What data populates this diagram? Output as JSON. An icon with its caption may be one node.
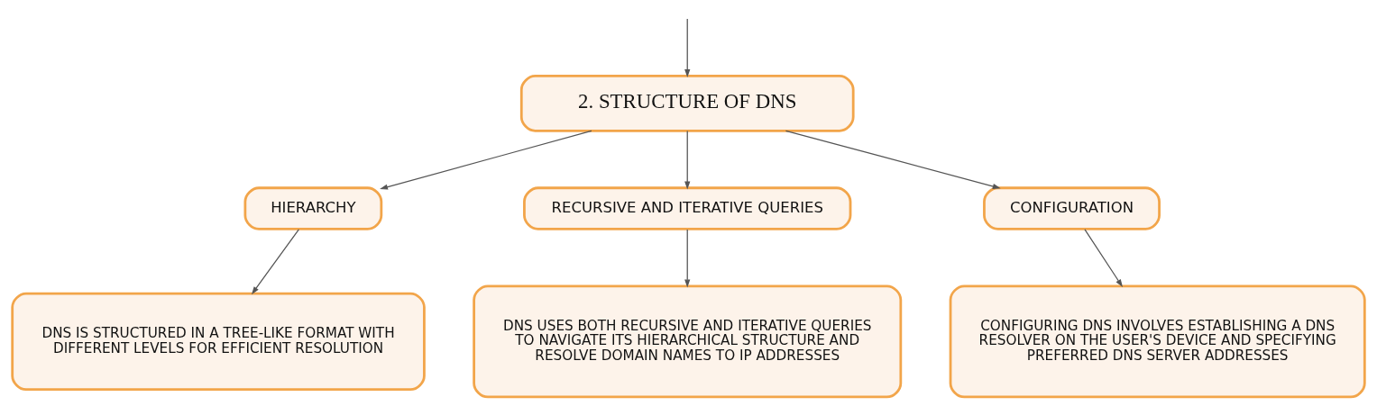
{
  "diagram": {
    "nodes": [
      {
        "text": [
          "2. STRUCTURE OF DNS"
        ]
      },
      {
        "text": [
          "HIERARCHY"
        ]
      },
      {
        "text": [
          "RECURSIVE AND ITERATIVE QUERIES"
        ]
      },
      {
        "text": [
          "CONFIGURATION"
        ]
      },
      {
        "text": [
          "DNS IS STRUCTURED IN A TREE-LIKE FORMAT WITH DIFFERENT LEVELS FOR EFFICIENT RESOLUTION"
        ]
      },
      {
        "text": [
          "DNS USES BOTH RECURSIVE AND ITERATIVE QUERIES TO NAVIGATE ITS HIERARCHICAL STRUCTURE AND RESOLVE DOMAIN NAMES TO IP ADDRESSES"
        ]
      },
      {
        "text": [
          "CONFIGURING DNS INVOLVES ESTABLISHING A DNS RESOLVER ON THE USER'S DEVICE AND SPECIFYING PREFERRED DNS SERVER ADDRESSES"
        ]
      }
    ],
    "edges": [
      {
        "from": null,
        "to": 0,
        "arrow": "to"
      },
      {
        "from": 0,
        "to": 1,
        "arrow": "to"
      },
      {
        "from": 0,
        "to": 2,
        "arrow": "to"
      },
      {
        "from": 0,
        "to": 3,
        "arrow": "to"
      },
      {
        "from": 1,
        "to": 4,
        "arrow": "to"
      },
      {
        "from": 2,
        "to": 5,
        "arrow": "to"
      },
      {
        "from": 3,
        "to": 6,
        "arrow": "to"
      }
    ]
  }
}
